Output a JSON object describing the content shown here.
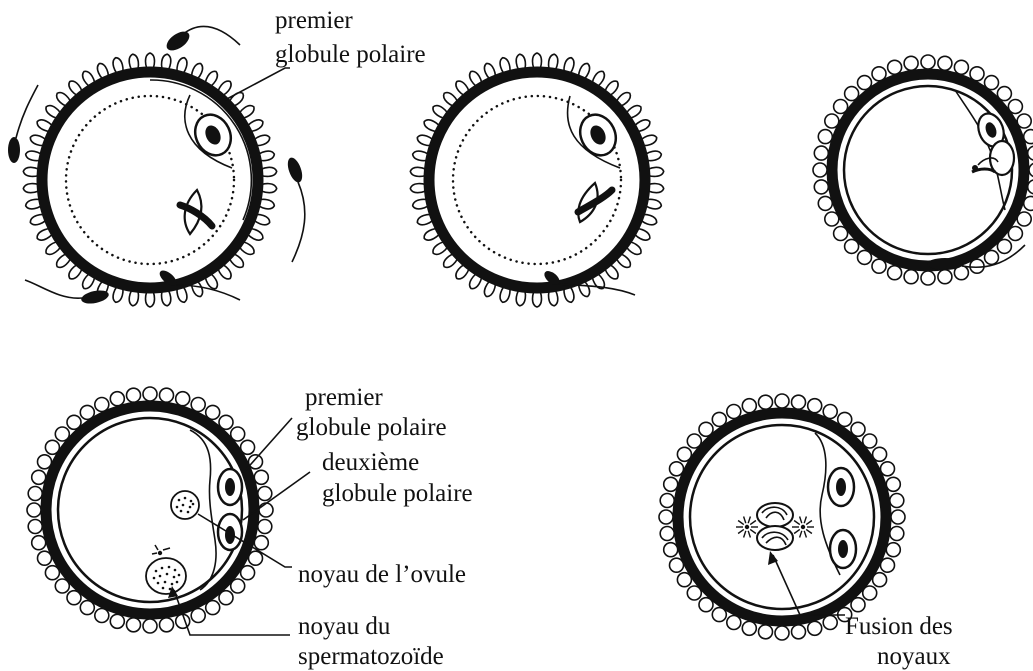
{
  "labels": {
    "premier_globule_top_1": "premier",
    "premier_globule_top_2": "globule polaire",
    "premier_globule_mid_1": "premier",
    "premier_globule_mid_2": "globule polaire",
    "deuxieme_globule_1": "deuxième",
    "deuxieme_globule_2": "globule polaire",
    "noyau_ovule": "noyau de l’ovule",
    "noyau_spermatozoide_1": "noyau du",
    "noyau_spermatozoide_2": "spermatozoïde",
    "fusion_1": "Fusion des",
    "fusion_2": "noyaux"
  },
  "colors": {
    "ink": "#111111",
    "background": "#ffffff"
  }
}
